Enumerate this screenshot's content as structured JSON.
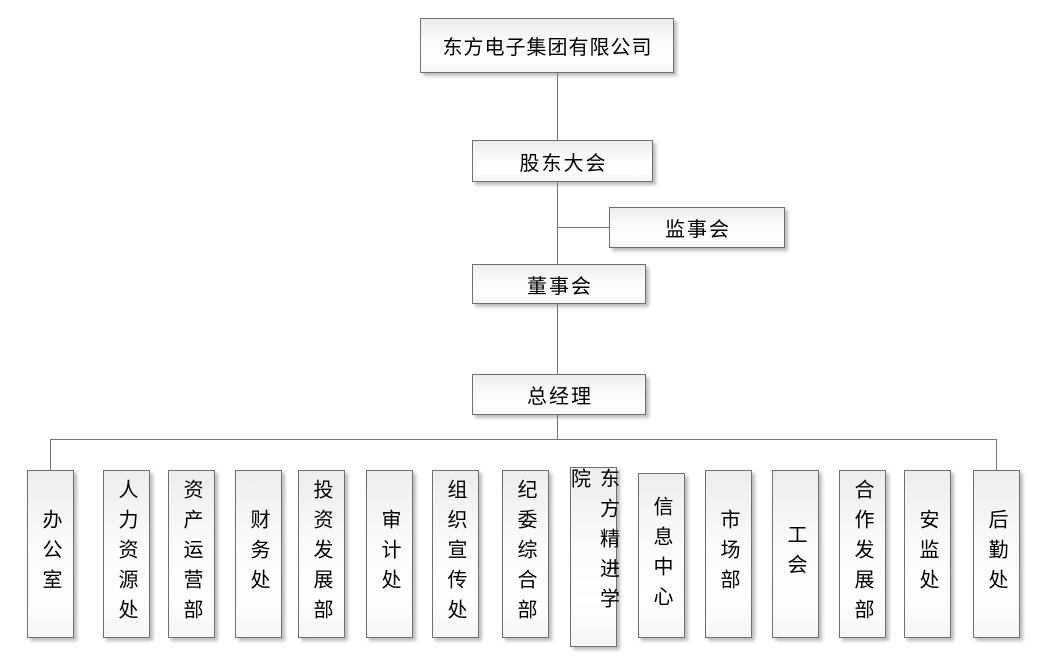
{
  "org": {
    "root": "东方电子集团有限公司",
    "shareholders_meeting": "股东大会",
    "supervisory_board": "监事会",
    "board_of_directors": "董事会",
    "general_manager": "总经理",
    "departments": [
      "办公室",
      "人力资源处",
      "资产运营部",
      "财务处",
      "投资发展部",
      "审计处",
      "组织宣传处",
      "纪委综合部",
      "东方精进学院",
      "信息中心",
      "市场部",
      "工会",
      "合作发展部",
      "安监处",
      "后勤处"
    ]
  },
  "style": {
    "box_border_color": "#6f6f6f",
    "connector_color": "#757575",
    "box_fill_top": "#ededed",
    "box_fill_bottom": "#f6f6f6",
    "text_color": "#000000",
    "background_color": "#ffffff"
  }
}
